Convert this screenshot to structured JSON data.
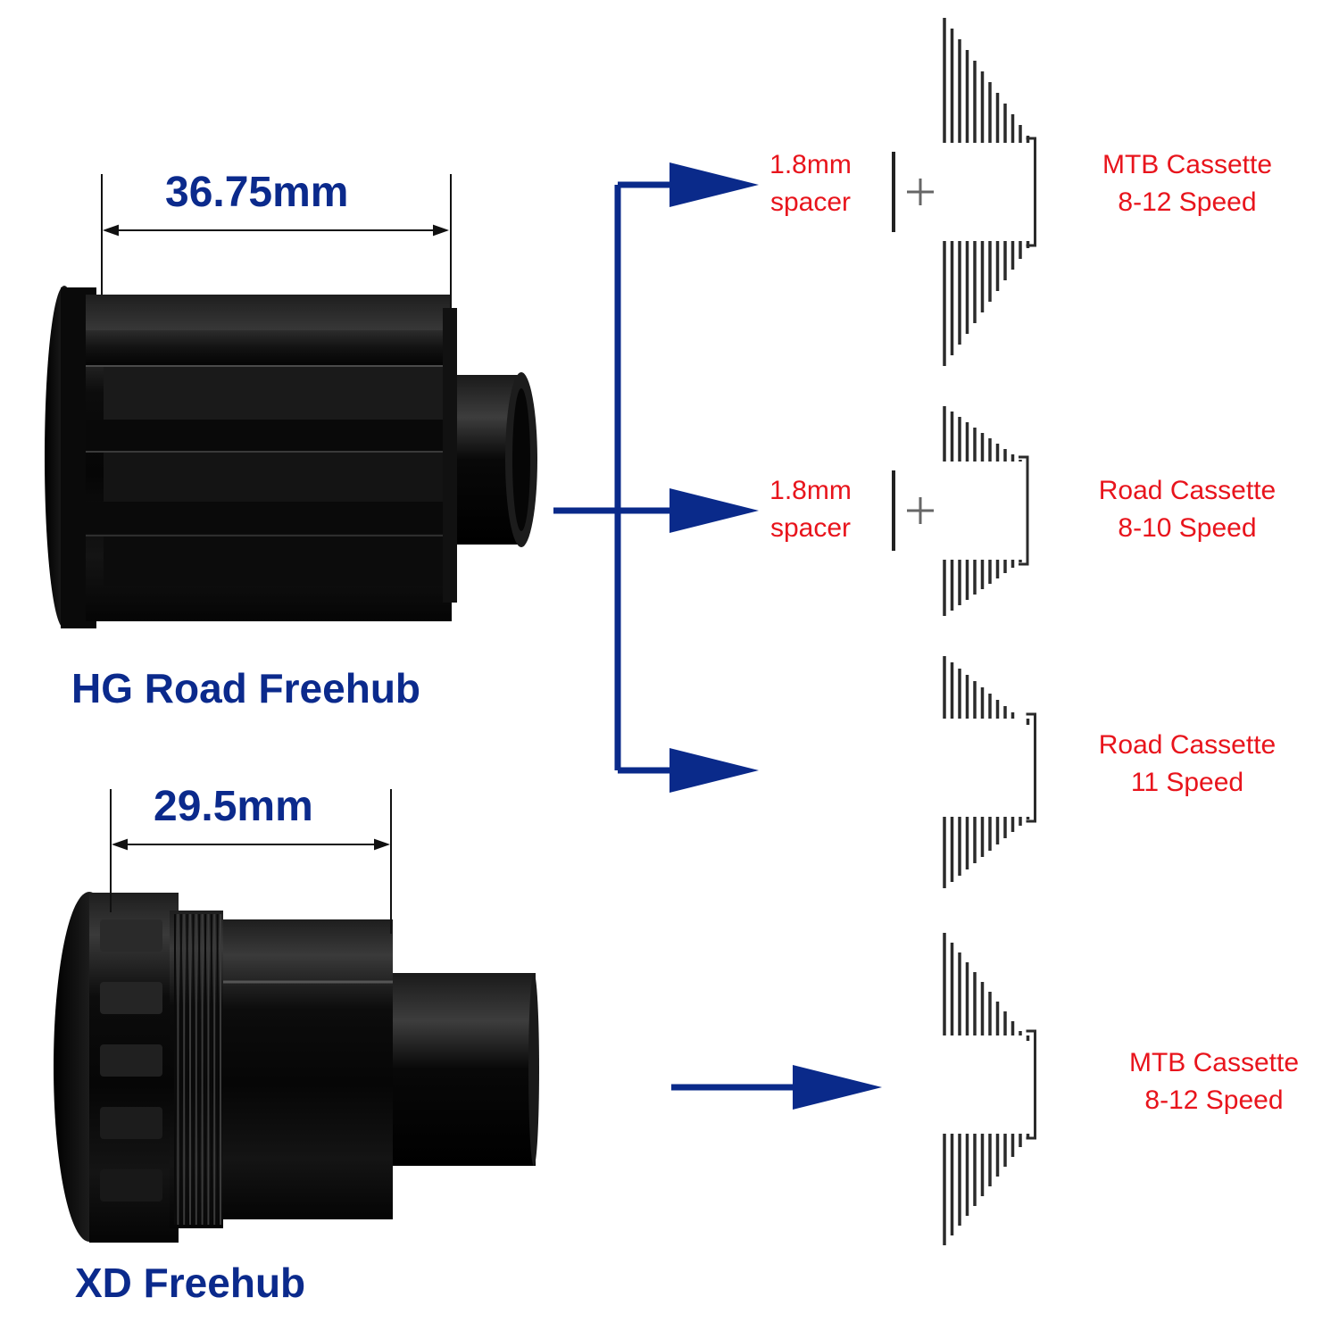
{
  "colors": {
    "arrow": "#0a2a8a",
    "label_blue": "#0b2a8c",
    "label_red": "#e8141c",
    "cassette_line": "#2b2b2b",
    "hub_body": "#0b0b0b"
  },
  "hubs": [
    {
      "name": "HG Road Freehub",
      "dimension": "36.75mm"
    },
    {
      "name": "XD Freehub",
      "dimension": "29.5mm"
    }
  ],
  "cassettes": [
    {
      "line1": "MTB Cassette",
      "line2": "8-12 Speed",
      "spacer": {
        "line1": "1.8mm",
        "line2": "spacer"
      }
    },
    {
      "line1": "Road Cassette",
      "line2": "8-10 Speed",
      "spacer": {
        "line1": "1.8mm",
        "line2": "spacer"
      }
    },
    {
      "line1": "Road Cassette",
      "line2": "11 Speed"
    },
    {
      "line1": "MTB Cassette",
      "line2": "8-12 Speed"
    }
  ],
  "plus_symbol": "+",
  "icons": [
    "freehub-hg-icon",
    "freehub-xd-icon",
    "cassette-icon",
    "spacer-icon",
    "arrow-icon"
  ]
}
